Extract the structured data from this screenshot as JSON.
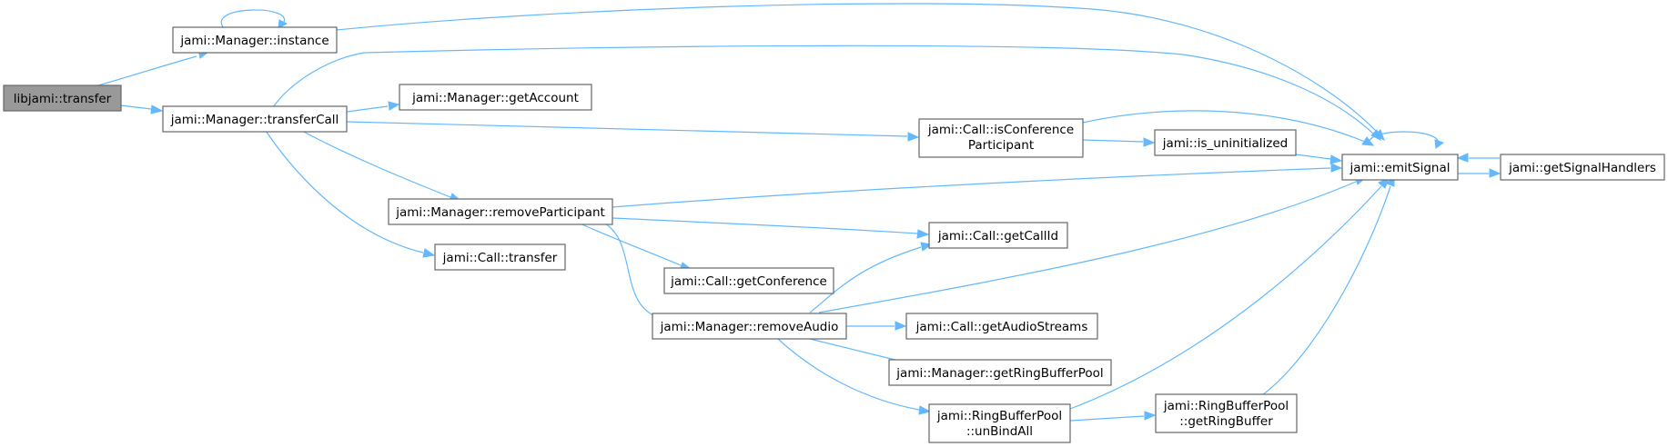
{
  "diagram": {
    "nodes": {
      "root": "libjami::transfer",
      "instance": "jami::Manager::instance",
      "transferCall": "jami::Manager::transferCall",
      "getAccount": "jami::Manager::getAccount",
      "isConf_l1": "jami::Call::isConference",
      "isConf_l2": "Participant",
      "isUninit": "jami::is_uninitialized",
      "emitSignal": "jami::emitSignal",
      "getSignalHandlers": "jami::getSignalHandlers",
      "removeParticipant": "jami::Manager::removeParticipant",
      "getCallId": "jami::Call::getCallId",
      "callTransfer": "jami::Call::transfer",
      "getConference": "jami::Call::getConference",
      "removeAudio": "jami::Manager::removeAudio",
      "getAudioStreams": "jami::Call::getAudioStreams",
      "getRingBufferPool": "jami::Manager::getRingBufferPool",
      "unBindAll_l1": "jami::RingBufferPool",
      "unBindAll_l2": "::unBindAll",
      "getRingBuffer_l1": "jami::RingBufferPool",
      "getRingBuffer_l2": "::getRingBuffer"
    },
    "colors": {
      "edge": "#63b8ff",
      "node_border": "#666666",
      "root_fill": "#999999"
    }
  }
}
